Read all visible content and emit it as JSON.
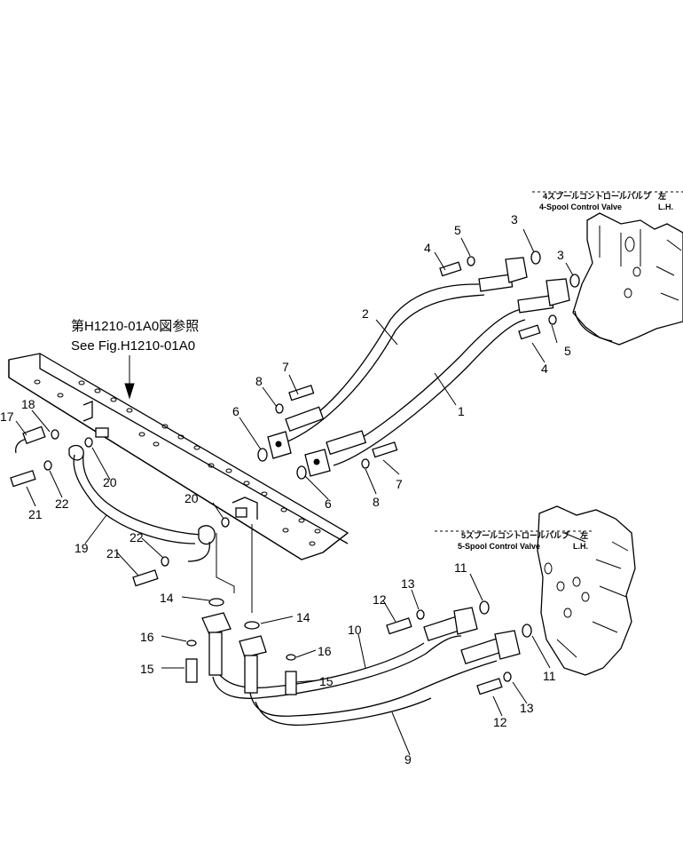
{
  "reference_note": {
    "jp": "第H1210-01A0図参照",
    "en": "See Fig.H1210-01A0"
  },
  "valves": {
    "upper_jp": "4スプールコントロールバルブ",
    "upper_en": "4-Spool Control Valve",
    "upper_side_jp": "左",
    "upper_side_en": "L.H.",
    "lower_jp": "5スプールコントロールバルブ",
    "lower_en": "5-Spool Control Valve",
    "lower_side_jp": "左",
    "lower_side_en": "L.H."
  },
  "callouts": [
    "3",
    "3",
    "4",
    "5",
    "5",
    "4",
    "2",
    "1",
    "7",
    "8",
    "6",
    "6",
    "7",
    "8",
    "18",
    "17",
    "20",
    "21",
    "22",
    "19",
    "20",
    "22",
    "21",
    "11",
    "12",
    "13",
    "10",
    "14",
    "14",
    "16",
    "16",
    "15",
    "15",
    "11",
    "12",
    "13",
    "9"
  ]
}
